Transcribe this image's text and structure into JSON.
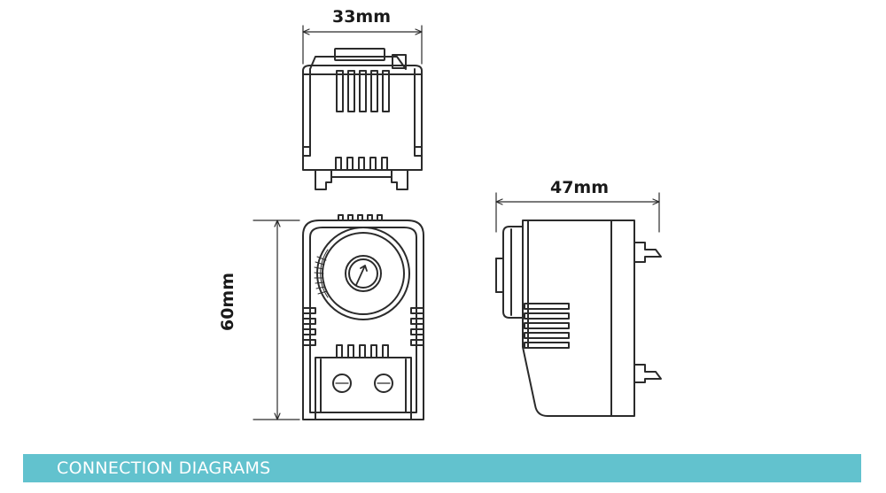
{
  "dimensions": {
    "width_label": "33mm",
    "depth_label": "47mm",
    "height_label": "60mm"
  },
  "banner": {
    "title": "CONNECTION DIAGRAMS"
  },
  "colors": {
    "banner_bg": "#62c2ce",
    "banner_text": "#ffffff",
    "line": "#2b2b2b"
  }
}
